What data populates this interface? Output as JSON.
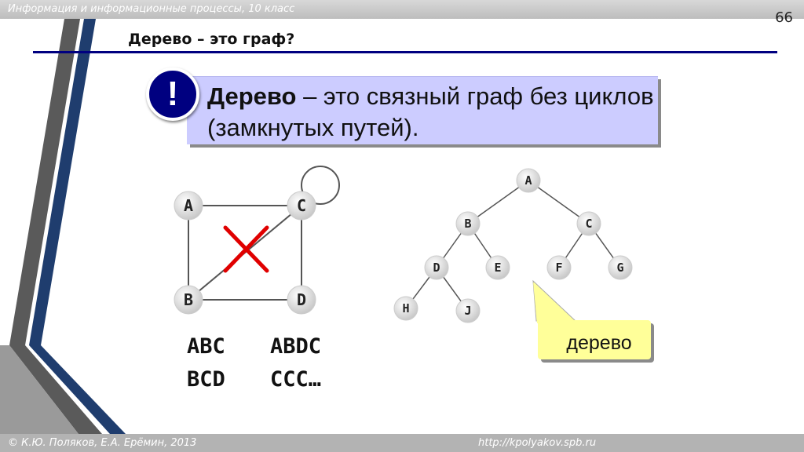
{
  "header": {
    "course": "Информация и информационные процессы, 10 класс",
    "slide_number": "66"
  },
  "slide": {
    "title": "Дерево – это граф?",
    "exclamation": "!",
    "definition_term": "Дерево",
    "definition_rest": " – это связный граф без циклов (замкнутых путей)."
  },
  "graph_with_cycles": {
    "nodes": [
      "A",
      "C",
      "B",
      "D"
    ],
    "walks": [
      "ABC",
      "ABDC",
      "BCD",
      "CCC…"
    ]
  },
  "tree": {
    "nodes": [
      "A",
      "B",
      "C",
      "D",
      "E",
      "F",
      "G",
      "H",
      "J"
    ],
    "callout": "дерево"
  },
  "footer": {
    "authors": "© К.Ю. Поляков, Е.А. Ерёмин, 2013",
    "url": "http://kpolyakov.spb.ru"
  },
  "colors": {
    "title_rule": "#000080",
    "definition_box": "#ccccff",
    "callout": "#ffff99",
    "cross": "#e00000"
  }
}
